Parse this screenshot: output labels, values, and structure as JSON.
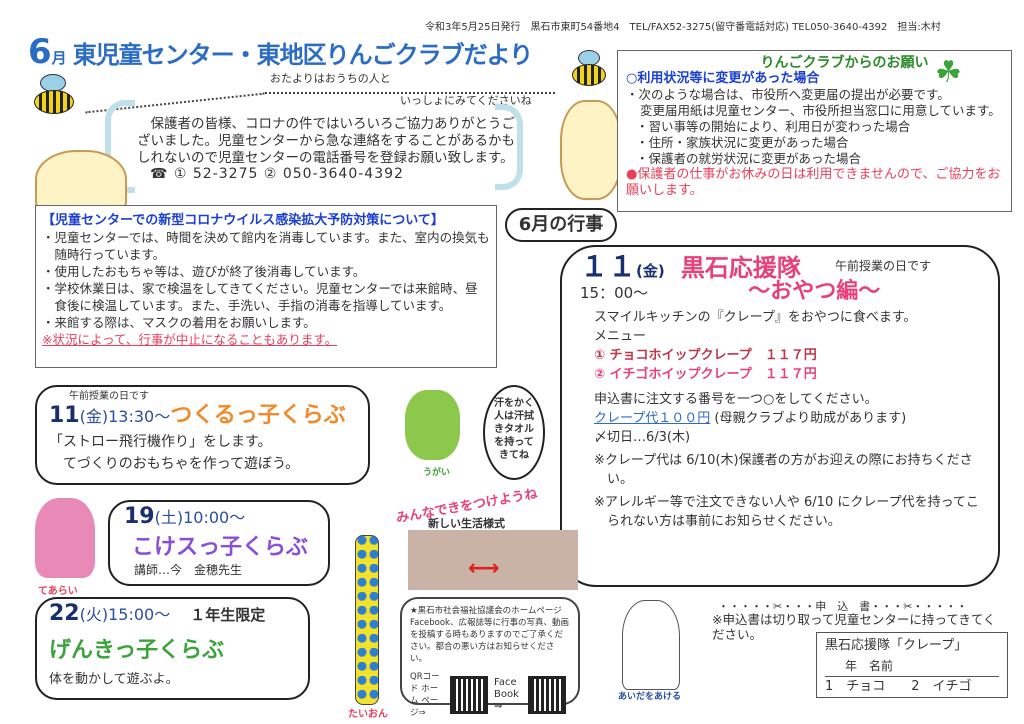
{
  "header": {
    "month_num": "6",
    "month_suffix": "月",
    "title": "東児童センター・東地区りんごクラブだより",
    "info": "令和3年5月25日発行　黒石市東町54番地4　TEL/FAX52-3275(留守番電話対応) TEL050-3640-4392　担当:木村",
    "sub1": "おたよりはおうちの人と",
    "sub2": "いっしょにみてくださいね"
  },
  "greeting": {
    "text": "保護者の皆様、コロナの件ではいろいろご協力ありがとうございました。児童センターから急な連絡をすることがあるかもしれないので児童センターの電話番号を登録お願い致します。",
    "tel": "☎ ① 52-3275 ② 050-3640-4392"
  },
  "request_box": {
    "heading": "りんごクラブからのお願い",
    "subheading": "○利用状況等に変更があった場合",
    "lines": [
      "・次のような場合は、市役所へ変更届の提出が必要です。",
      "変更届用紙は児童センター、市役所担当窓口に用意しています。",
      "・習い事等の開始により、利用日が変わった場合",
      "・住所・家族状況に変更があった場合",
      "・保護者の就労状況に変更があった場合"
    ],
    "warning": "●保護者の仕事がお休みの日は利用できませんので、ご協力をお願いします。"
  },
  "covid_box": {
    "heading": "【児童センターでの新型コロナウイルス感染拡大予防対策について】",
    "items": [
      "・児童センターでは、時間を決めて館内を消毒しています。また、室内の換気も随時行っています。",
      "・使用したおもちゃ等は、遊びが終了後消毒しています。",
      "・学校休業日は、家で検温をしてきてください。児童センターでは来館時、昼食後に検温しています。また、手洗い、手指の消毒を指導しています。",
      "・来館する際は、マスクの着用をお願いします。"
    ],
    "note": "※状況によって、行事が中止になることもあります。"
  },
  "events_label": "6月の行事",
  "main_event": {
    "day": "１１",
    "weekday": "(金)",
    "title": "黒石応援隊",
    "morning": "午前授業の日です",
    "subtitle": "～おやつ編～",
    "time": "15：00～",
    "desc": "スマイルキッチンの『クレープ』をおやつに食べます。",
    "menu_label": "メニュー",
    "menu": [
      "① チョコホイップクレープ　１１７円",
      "② イチゴホイップクレープ　１１７円"
    ],
    "instruction": "申込書に注文する番号を一つ○をしてください。",
    "price": "クレープ代１００円",
    "subsidy": "(母親クラブより助成があります)",
    "deadline": "〆切日…6/3(木)",
    "notes": [
      "※クレープ代は 6/10(木)保護者の方がお迎えの際にお持ちください。",
      "※アレルギー等で注文できない人や 6/10 にクレープ代を持ってこられない方は事前にお知らせください。"
    ]
  },
  "tsukuru": {
    "morning": "午前授業の日です",
    "day": "11",
    "weekday": "(金)",
    "time": "13:30～",
    "title": "つくるっ子くらぶ",
    "lines": [
      "「ストロー飛行機作り」をします。",
      "てづくりのおもちゃを作って遊ぼう。"
    ]
  },
  "kokesu": {
    "day": "19",
    "weekday": "(土)",
    "time": "10:00～",
    "title": "こけスっ子くらぶ",
    "teacher": "講師…今　金穂先生"
  },
  "genki": {
    "day": "22",
    "weekday": "(火)",
    "time": "15:00～",
    "limit": "１年生限定",
    "title": "げんきっ子くらぶ",
    "desc": "体を動かして遊ぶよ。"
  },
  "characters": {
    "ugai": "うがい",
    "tearai": "てあらい",
    "taion": "たいおん",
    "aida": "あいだをあける",
    "speech": "汗をかく人は汗拭きタオルを持ってきてね",
    "slogan": "みんなできをつけようね",
    "new_life": "新しい生活様式"
  },
  "notice": {
    "text": "★黒石市社会福祉協議会のホームページFacebook、広報誌等に行事の写真、動画を投稿する時もありますのでご了承ください。都合の悪い方はお知らせください。",
    "qr_label": "QRコード ホーム ページ⇒",
    "fb_label": "Face Book ⇒"
  },
  "form": {
    "cut_line": "・・・・・✂・・・申　込　書・・・✂・・・・・",
    "instruction": "※申込書は切り取って児童センターに持ってきてください。",
    "title": "黒石応援隊「クレープ」",
    "name_row": "年　名前",
    "options": "1　チョコ　　2　イチゴ"
  }
}
